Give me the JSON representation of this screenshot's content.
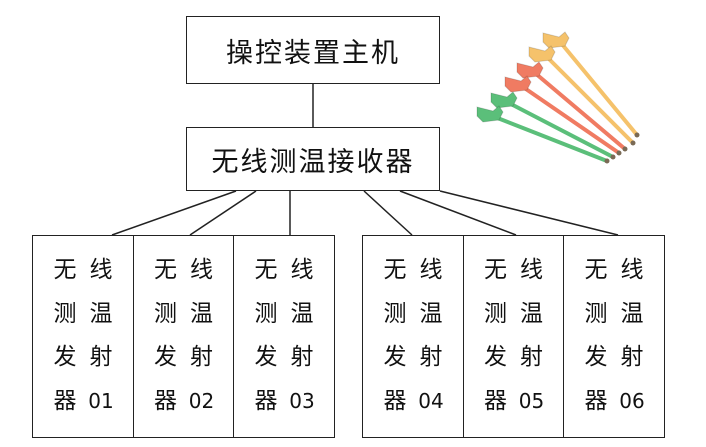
{
  "host": {
    "label": "操控装置主机"
  },
  "receiver": {
    "label": "无线测温接收器"
  },
  "transmitters": [
    {
      "rows": [
        [
          "无",
          "线"
        ],
        [
          "测",
          "温"
        ],
        [
          "发",
          "射"
        ],
        [
          "器",
          "01"
        ]
      ]
    },
    {
      "rows": [
        [
          "无",
          "线"
        ],
        [
          "测",
          "温"
        ],
        [
          "发",
          "射"
        ],
        [
          "器",
          "02"
        ]
      ]
    },
    {
      "rows": [
        [
          "无",
          "线"
        ],
        [
          "测",
          "温"
        ],
        [
          "发",
          "射"
        ],
        [
          "器",
          "03"
        ]
      ]
    },
    {
      "rows": [
        [
          "无",
          "线"
        ],
        [
          "测",
          "温"
        ],
        [
          "发",
          "射"
        ],
        [
          "器",
          "04"
        ]
      ]
    },
    {
      "rows": [
        [
          "无",
          "线"
        ],
        [
          "测",
          "温"
        ],
        [
          "发",
          "射"
        ],
        [
          "器",
          "05"
        ]
      ]
    },
    {
      "rows": [
        [
          "无",
          "线"
        ],
        [
          "测",
          "温"
        ],
        [
          "发",
          "射"
        ],
        [
          "器",
          "06"
        ]
      ]
    }
  ],
  "probe_colors": [
    "#f5c26b",
    "#f07b62",
    "#5bbf7a"
  ]
}
